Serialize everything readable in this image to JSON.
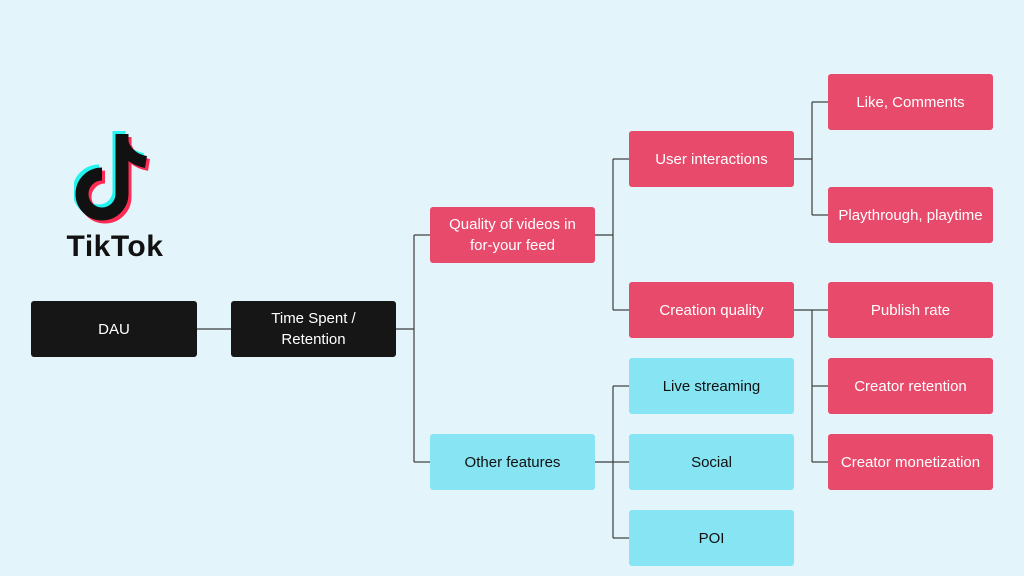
{
  "logo": {
    "icon": "tiktok-note-icon",
    "wordmark": "TikTok"
  },
  "colors": {
    "background": "#e3f5fb",
    "dark_node": "#161616",
    "pink_node": "#e84a6b",
    "cyan_node": "#86e4f3",
    "logo_cyan": "#25f4ee",
    "logo_red": "#fe2c55"
  },
  "tree": {
    "dau": "DAU",
    "time_spent": "Time Spent / Retention",
    "quality_videos": "Quality of videos in for-your feed",
    "user_interactions": "User interactions",
    "like_comments": "Like, Comments",
    "playthrough": "Playthrough, playtime",
    "creation_quality": "Creation quality",
    "publish_rate": "Publish rate",
    "creator_retention": "Creator retention",
    "creator_monetization": "Creator monetization",
    "other_features": "Other features",
    "live_streaming": "Live streaming",
    "social": "Social",
    "poi": "POI"
  }
}
